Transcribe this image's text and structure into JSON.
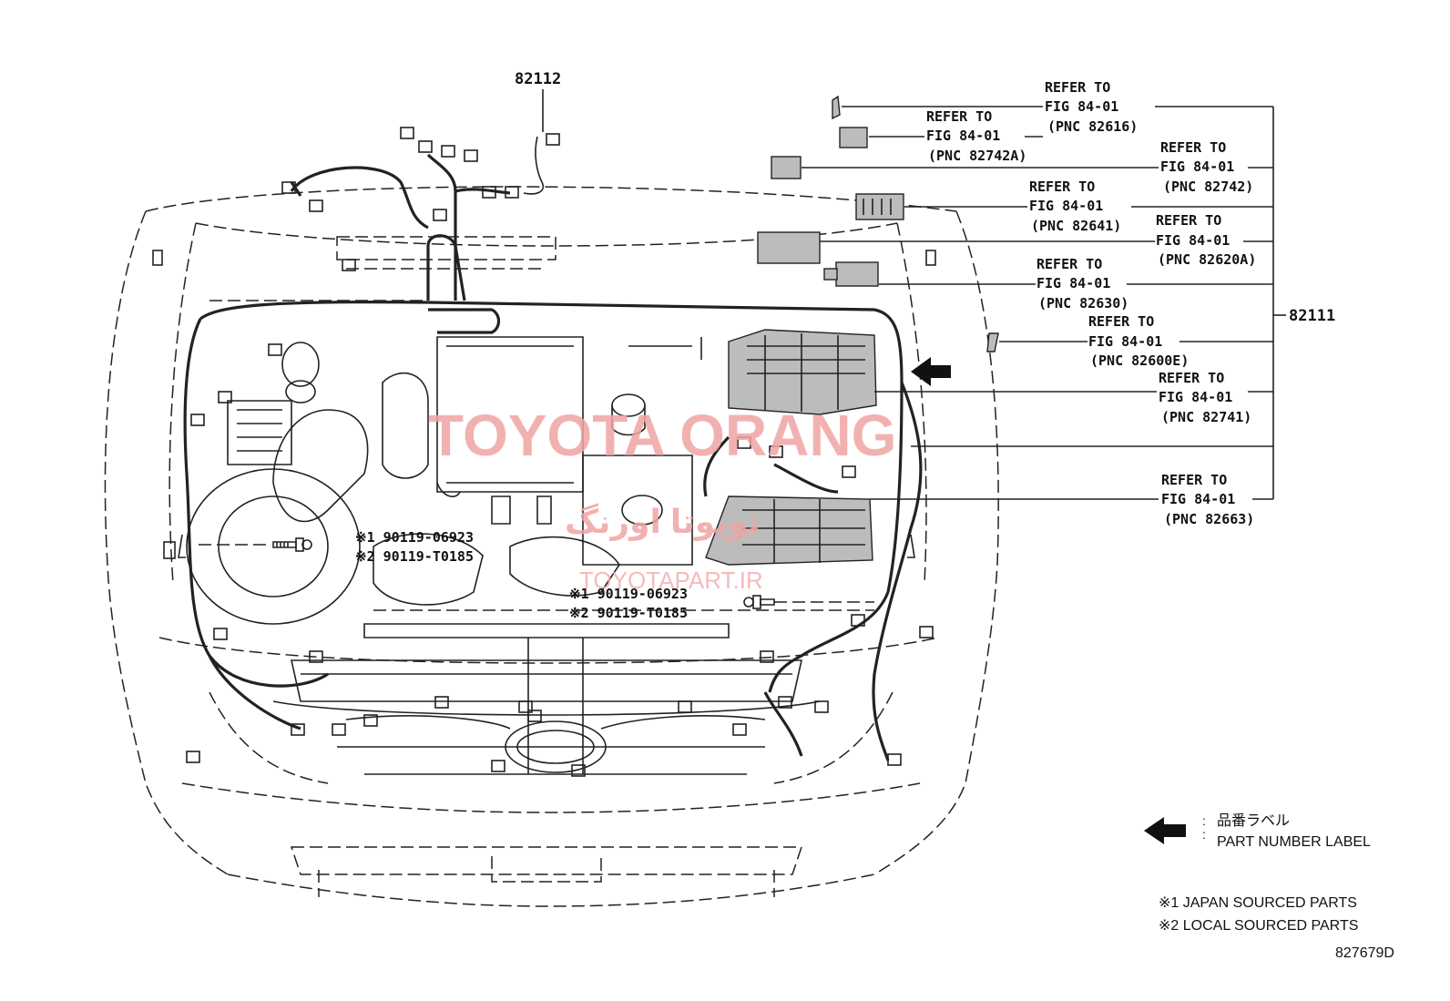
{
  "part_numbers": {
    "harness_top": "82112",
    "harness_main": "82111"
  },
  "refer_prefix": "REFER TO",
  "callouts": [
    {
      "fig": "FIG 84-01",
      "pnc": "(PNC 82616)"
    },
    {
      "fig": "FIG 84-01",
      "pnc": "(PNC 82742A)"
    },
    {
      "fig": "FIG 84-01",
      "pnc": "(PNC 82742)"
    },
    {
      "fig": "FIG 84-01",
      "pnc": "(PNC 82641)"
    },
    {
      "fig": "FIG 84-01",
      "pnc": "(PNC 82620A)"
    },
    {
      "fig": "FIG 84-01",
      "pnc": "(PNC 82630)"
    },
    {
      "fig": "FIG 84-01",
      "pnc": "(PNC 82600E)"
    },
    {
      "fig": "FIG 84-01",
      "pnc": "(PNC 82741)"
    },
    {
      "fig": "FIG 84-01",
      "pnc": "(PNC 82663)"
    }
  ],
  "bolts": [
    {
      "japan": "※1 90119-06923",
      "local": "※2 90119-T0185"
    },
    {
      "japan": "※1 90119-06923",
      "local": "※2 90119-T0185"
    }
  ],
  "legend": {
    "label_jp": "品番ラベル",
    "label_en": "PART NUMBER LABEL",
    "note1": "※1  JAPAN SOURCED PARTS",
    "note2": "※2  LOCAL SOURCED PARTS"
  },
  "drawing_id": "827679D",
  "watermark": {
    "brand": "TOYOTA ORANG",
    "persian": "تویوتا اورنگ",
    "site": "TOYOTAPART.IR"
  },
  "colors": {
    "line": "#222222",
    "watermark": "#f0a4a4",
    "part_fill": "#bcbcbc"
  }
}
